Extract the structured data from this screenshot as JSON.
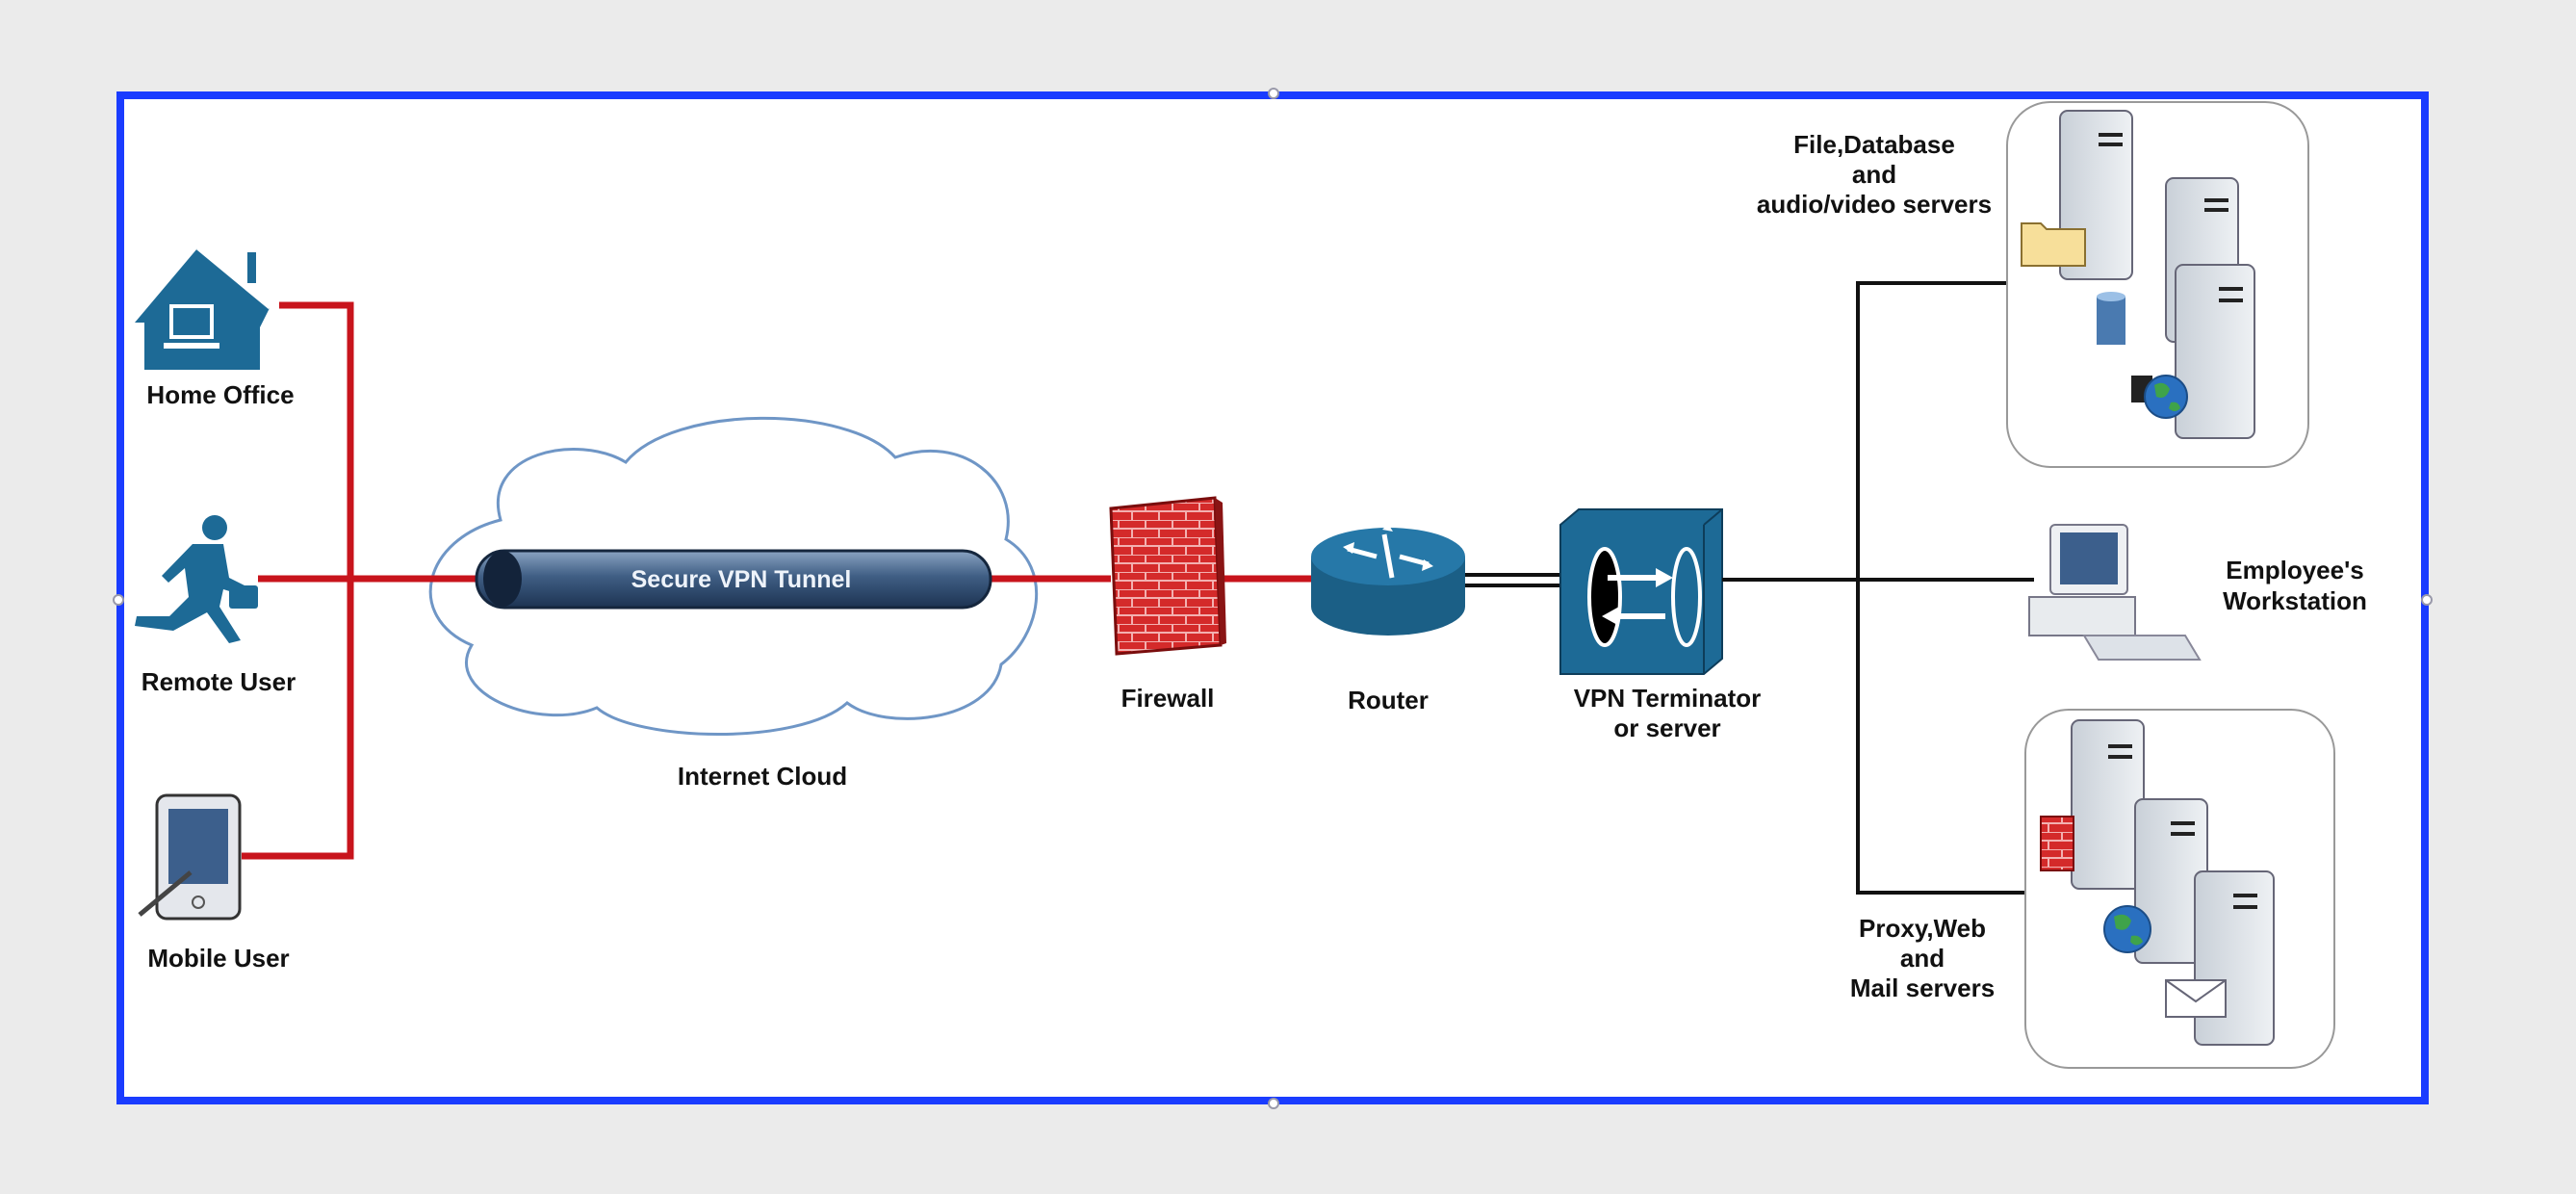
{
  "diagram": {
    "nodes": {
      "home_office": {
        "label": "Home Office",
        "icon": "house-icon"
      },
      "remote_user": {
        "label": "Remote User",
        "icon": "running-man-icon"
      },
      "mobile_user": {
        "label": "Mobile User",
        "icon": "pda-icon"
      },
      "tunnel": {
        "label": "Secure VPN Tunnel"
      },
      "cloud": {
        "label": "Internet Cloud",
        "icon": "cloud-icon"
      },
      "firewall": {
        "label": "Firewall",
        "icon": "brick-wall-icon"
      },
      "router": {
        "label": "Router",
        "icon": "router-icon"
      },
      "vpn": {
        "label_lines": [
          "VPN Terminator",
          "or server"
        ],
        "icon": "vpn-terminator-icon"
      },
      "file_servers": {
        "label_lines": [
          "File,Database",
          "and",
          "audio/video servers"
        ],
        "icon": "server-group-icon"
      },
      "workstation": {
        "label_lines": [
          "Employee's",
          "Workstation"
        ],
        "icon": "desktop-computer-icon"
      },
      "proxy_servers": {
        "label_lines": [
          "Proxy,Web",
          "and",
          "Mail servers"
        ],
        "icon": "server-group-icon"
      }
    },
    "colors": {
      "frame": "#1a3cff",
      "vpn_link": "#c8141c",
      "lan_link": "#111111",
      "device_blue": "#1d6a96",
      "tunnel": "#3c5a7e",
      "cloud_outline": "#6f96c6"
    }
  }
}
